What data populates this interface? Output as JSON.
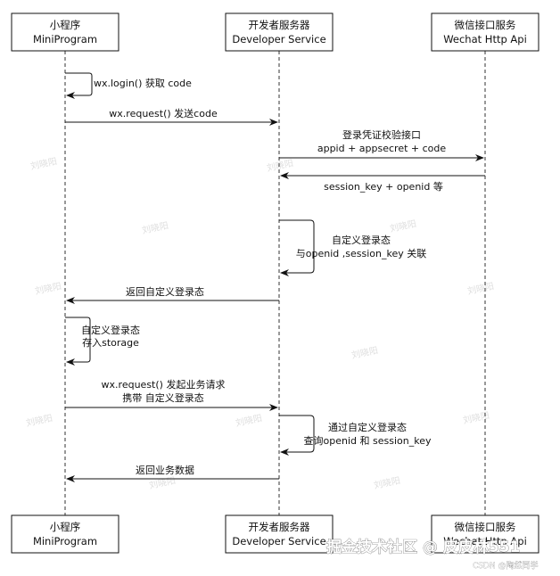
{
  "participants": [
    {
      "id": "mp",
      "name_cn": "小程序",
      "name_en": "MiniProgram"
    },
    {
      "id": "dev",
      "name_cn": "开发者服务器",
      "name_en": "Developer Service"
    },
    {
      "id": "wx",
      "name_cn": "微信接口服务",
      "name_en": "Wechat Http Api"
    }
  ],
  "messages": [
    {
      "id": "login",
      "line1": "wx.login() 获取 code",
      "line2": ""
    },
    {
      "id": "send-code",
      "line1": "wx.request() 发送code",
      "line2": ""
    },
    {
      "id": "verify",
      "line1": "登录凭证校验接口",
      "line2": "appid + appsecret + code"
    },
    {
      "id": "session-return",
      "line1": "session_key + openid 等",
      "line2": ""
    },
    {
      "id": "custom-state",
      "line1": "自定义登录态",
      "line2": "与openid ,session_key 关联"
    },
    {
      "id": "return-state",
      "line1": "返回自定义登录态",
      "line2": ""
    },
    {
      "id": "store",
      "line1": "自定义登录态",
      "line2": "存入storage"
    },
    {
      "id": "biz-request",
      "line1": "wx.request() 发起业务请求",
      "line2": "携带 自定义登录态"
    },
    {
      "id": "query",
      "line1": "通过自定义登录态",
      "line2": "查询openid 和 session_key"
    },
    {
      "id": "biz-return",
      "line1": "返回业务数据",
      "line2": ""
    }
  ],
  "watermark": {
    "text": "刘晓阳"
  },
  "footer": {
    "brand": "掘金技术社区 @ 皮皮林551",
    "credit": "CSDN @陶然同学"
  },
  "colors": {
    "line": "#111111",
    "lifeline": "#333333",
    "box_border": "#111111",
    "background": "#ffffff"
  }
}
